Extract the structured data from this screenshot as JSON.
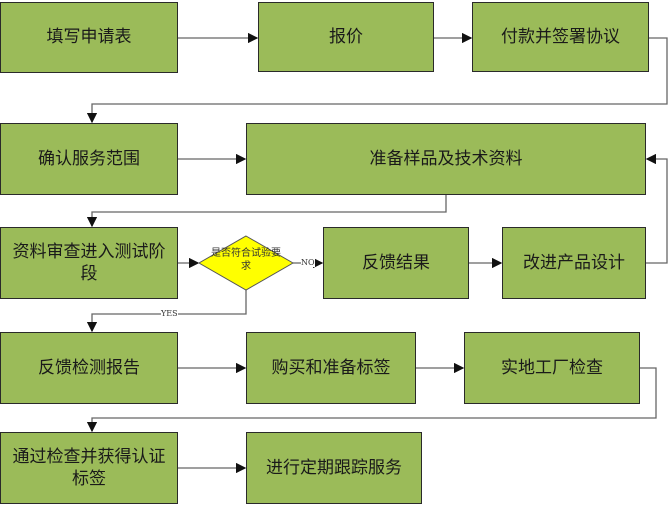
{
  "steps": {
    "s1": "填写申请表",
    "s2": "报价",
    "s3": "付款并签署协议",
    "s4": "确认服务范围",
    "s5": "准备样品及技术资料",
    "s6": "资料审查进入测试阶段",
    "s7": "反馈结果",
    "s8": "改进产品设计",
    "s9": "反馈检测报告",
    "s10": "购买和准备标签",
    "s11": "实地工厂检查",
    "s12": "通过检查并获得认证标签",
    "s13": "进行定期跟踪服务"
  },
  "decision": {
    "text": "是否符合试验要求",
    "no": "NO",
    "yes": "YES"
  },
  "colors": {
    "box": "#9bbb59",
    "decision": "#ffff00"
  }
}
